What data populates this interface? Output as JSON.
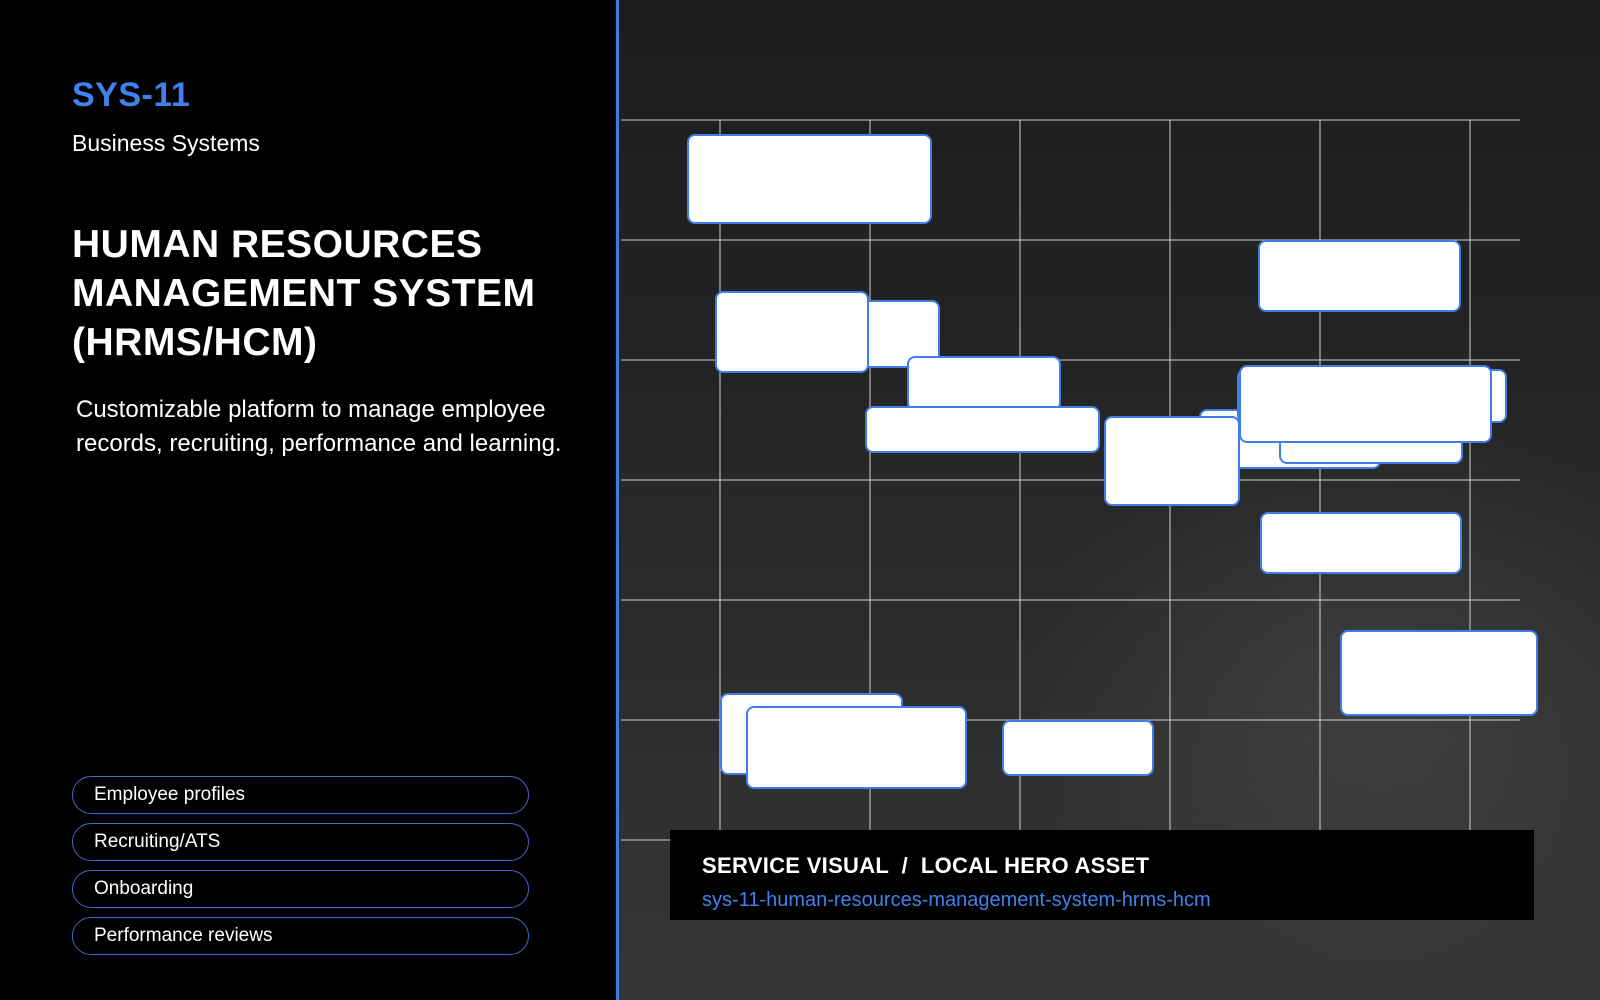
{
  "sidebar": {
    "code": "SYS-11",
    "category": "Business Systems",
    "title": "HUMAN RESOURCES MANAGEMENT SYSTEM (HRMS/HCM)",
    "description": "Customizable platform to manage employee records, recruiting, performance and learning.",
    "features": [
      "Employee profiles",
      "Recruiting/ATS",
      "Onboarding",
      "Performance reviews"
    ]
  },
  "caption": {
    "title": "SERVICE VISUAL  /  LOCAL HERO ASSET",
    "slug": "sys-11-human-resources-management-system-hrms-hcm"
  },
  "colors": {
    "accent": "#3b7ce8",
    "background": "#000000",
    "card_fill": "#ffffff",
    "card_border": "#3f7ee8",
    "grid_line": "#d0d0d0"
  }
}
